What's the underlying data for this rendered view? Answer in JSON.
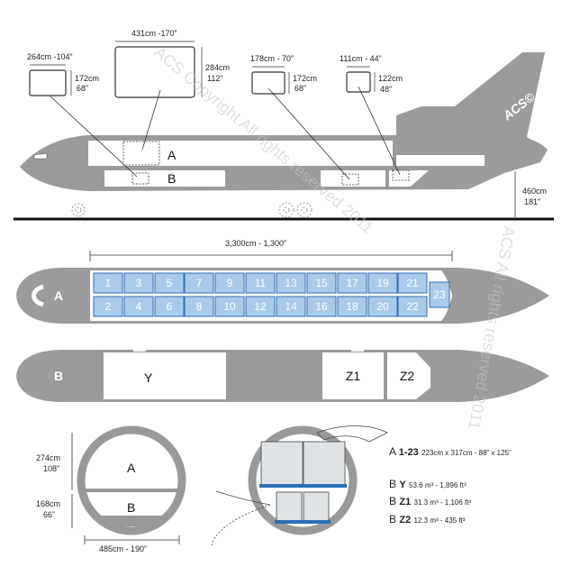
{
  "brand": {
    "logo_text": "ACS©"
  },
  "watermark": {
    "main": "ACS Copyright All rights reserved 2011",
    "bottom": "ACS All rights reserved 2011"
  },
  "side_view": {
    "zone_upper": "A",
    "zone_lower": "B",
    "height_cm": "460cm",
    "height_in": "181”"
  },
  "door_labels": [
    {
      "width": "264cm -104”",
      "height_cm": "172cm",
      "height_in": "68”"
    },
    {
      "width": "431cm -170”",
      "height_cm": "284cm",
      "height_in": "112”"
    },
    {
      "width": "178cm - 70”",
      "height_cm": "172cm",
      "height_in": "68”"
    },
    {
      "width": "111cm - 44”",
      "height_cm": "122cm",
      "height_in": "48”"
    }
  ],
  "main_deck": {
    "length": "3,300cm - 1,300”",
    "zone": "A",
    "positions": [
      "1",
      "2",
      "3",
      "4",
      "5",
      "6",
      "7",
      "8",
      "9",
      "10",
      "11",
      "12",
      "13",
      "14",
      "15",
      "16",
      "17",
      "18",
      "19",
      "20",
      "21",
      "22",
      "23"
    ]
  },
  "lower_deck": {
    "zone": "B",
    "holds": [
      "Y",
      "Z1",
      "Z2"
    ]
  },
  "cross_section": {
    "upper_label": "A",
    "lower_label": "B",
    "upper_cm": "274cm",
    "upper_in": "108”",
    "lower_cm": "168cm",
    "lower_in": "66”",
    "width": "485cm - 190”"
  },
  "specs": [
    {
      "deck": "A",
      "name": "1-23",
      "value": "223cm x 317cm - 88” x 125”"
    },
    {
      "deck": "B",
      "name": "Y",
      "value": "53.6 m³ - 1,896 ft³"
    },
    {
      "deck": "B",
      "name": "Z1",
      "value": "31.3 m³ - 1,106 ft³"
    },
    {
      "deck": "B",
      "name": "Z2",
      "value": "12.3 m³ - 435 ft³"
    }
  ],
  "colors": {
    "fuselage": "#9b9b9b",
    "pallet_fill": "#a9cbe9",
    "pallet_stroke": "#2f6db5",
    "container_fill": "#dfe3e6",
    "container_base": "#2c6fb6"
  }
}
